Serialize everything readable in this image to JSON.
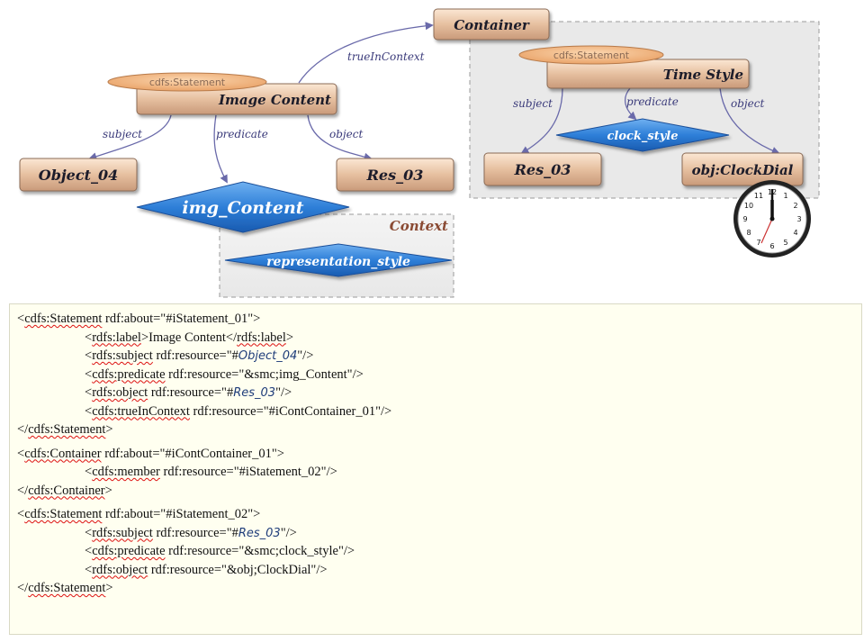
{
  "diagram": {
    "statement1": {
      "tag": "cdfs:Statement",
      "title": "Image Content",
      "subject_label": "subject",
      "predicate_label": "predicate",
      "object_label": "object",
      "subject_node": "Object_04",
      "object_node": "Res_03",
      "predicate_node": "img_Content"
    },
    "container": {
      "title": "Container",
      "link_label": "trueInContext"
    },
    "statement2": {
      "tag": "cdfs:Statement",
      "title": "Time Style",
      "subject_label": "subject",
      "predicate_label": "predicate",
      "object_label": "object",
      "subject_node": "Res_03",
      "object_node": "obj:ClockDial",
      "predicate_node": "clock_style"
    },
    "context": {
      "title": "Context",
      "item": "representation_style"
    },
    "clock_numbers": [
      "12",
      "1",
      "2",
      "3",
      "4",
      "5",
      "6",
      "7",
      "8",
      "9",
      "10",
      "11"
    ],
    "colors": {
      "node_fill": "#e8c4a6",
      "diamond_fill": "#2d7ad6",
      "edge": "#6a6aaa",
      "tag_fill": "#f3b884"
    }
  },
  "code": {
    "block1": {
      "open": {
        "lt": "<",
        "tag": "cdfs:Statement",
        "attr": " rdf:about=\"#iStatement_01\">"
      },
      "label": {
        "lt": "<",
        "tag": "rdfs:label",
        "mid": ">Image Content</",
        "tag2": "rdfs:label",
        "end": ">"
      },
      "subject": {
        "lt": "<",
        "tag": "rdfs:subject",
        "attr": " rdf:resource=\"#",
        "ref": "Object_04",
        "end": "\"/>"
      },
      "predicate": {
        "lt": "<",
        "tag": "cdfs:predicate",
        "attr": " rdf:resource=\"&smc;img_Content\"/>"
      },
      "object": {
        "lt": "<",
        "tag": "rdfs:object",
        "attr": " rdf:resource=\"#",
        "ref": "Res_03",
        "end": "\"/>"
      },
      "context": {
        "lt": "<",
        "tag": "cdfs:trueInContext",
        "attr": " rdf:resource=\"#iContContainer_01\"/>"
      },
      "close": {
        "lt": "</",
        "tag": "cdfs:Statement",
        "end": ">"
      }
    },
    "block2": {
      "open": {
        "lt": "<",
        "tag": "cdfs:Container",
        "attr": " rdf:about=\"#iContContainer_01\">"
      },
      "member": {
        "lt": "<",
        "tag": "cdfs:member",
        "attr": " rdf:resource=\"#iStatement_02\"/>"
      },
      "close": {
        "lt": "</",
        "tag": "cdfs:Container",
        "end": ">"
      }
    },
    "block3": {
      "open": {
        "lt": "<",
        "tag": "cdfs:Statement",
        "attr": " rdf:about=\"#iStatement_02\">"
      },
      "subject": {
        "lt": "<",
        "tag": "rdfs:subject",
        "attr": " rdf:resource=\"#",
        "ref": "Res_03",
        "end": "\"/>"
      },
      "predicate": {
        "lt": "<",
        "tag": "cdfs:predicate",
        "attr": " rdf:resource=\"&smc;clock_style\"/>"
      },
      "object": {
        "lt": "<",
        "tag": "rdfs:object",
        "attr": " rdf:resource=\"&obj;ClockDial\"/>"
      },
      "close": {
        "lt": "</",
        "tag": "cdfs:Statement",
        "end": ">"
      }
    }
  }
}
